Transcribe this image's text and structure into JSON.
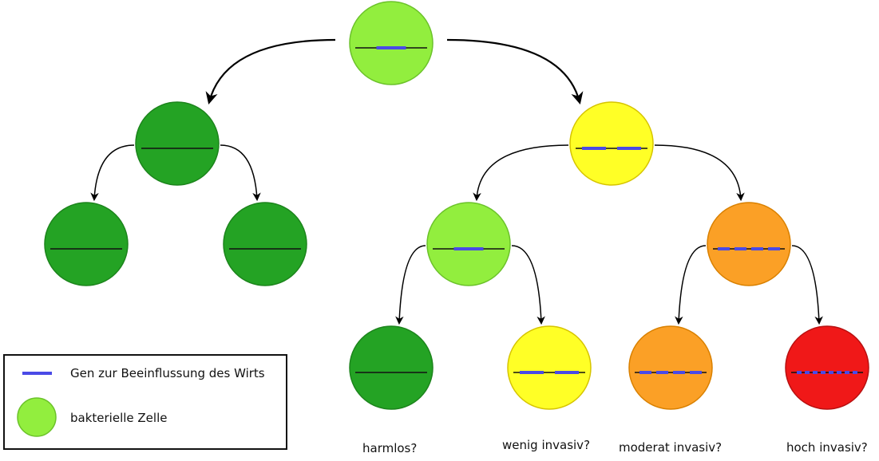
{
  "colors": {
    "gene": "#4a4ae6",
    "chromosome": "#111111",
    "arrow": "#000000",
    "harmless_green": "#24a324",
    "light_green": "#92ee3e",
    "yellow": "#ffff26",
    "orange": "#fba026",
    "red": "#f01818"
  },
  "cells": [
    {
      "id": "root",
      "fill": "light_green",
      "stroke": "#6bc22a",
      "genes": 1
    },
    {
      "id": "left",
      "fill": "harmless_green",
      "stroke": "#1c841c",
      "genes": 0
    },
    {
      "id": "left-left",
      "fill": "harmless_green",
      "stroke": "#1c841c",
      "genes": 0
    },
    {
      "id": "left-right",
      "fill": "harmless_green",
      "stroke": "#1c841c",
      "genes": 0
    },
    {
      "id": "right",
      "fill": "yellow",
      "stroke": "#d6c400",
      "genes": 2
    },
    {
      "id": "right-left",
      "fill": "light_green",
      "stroke": "#6bc22a",
      "genes": 1
    },
    {
      "id": "right-right",
      "fill": "orange",
      "stroke": "#d98000",
      "genes": 4
    },
    {
      "id": "leaf-harmless",
      "fill": "harmless_green",
      "stroke": "#1c841c",
      "genes": 0
    },
    {
      "id": "leaf-low",
      "fill": "yellow",
      "stroke": "#d6c400",
      "genes": 2
    },
    {
      "id": "leaf-moderate",
      "fill": "orange",
      "stroke": "#d98000",
      "genes": 4
    },
    {
      "id": "leaf-high",
      "fill": "red",
      "stroke": "#b81010",
      "genes": 8
    }
  ],
  "edges": [
    [
      "root",
      "left"
    ],
    [
      "root",
      "right"
    ],
    [
      "left",
      "left-left"
    ],
    [
      "left",
      "left-right"
    ],
    [
      "right",
      "right-left"
    ],
    [
      "right",
      "right-right"
    ],
    [
      "right-left",
      "leaf-harmless"
    ],
    [
      "right-left",
      "leaf-low"
    ],
    [
      "right-right",
      "leaf-moderate"
    ],
    [
      "right-right",
      "leaf-high"
    ]
  ],
  "outcome_labels": {
    "harmless": "harmlos?",
    "low": "wenig invasiv?",
    "moderate": "moderat invasiv?",
    "high": "hoch invasiv?"
  },
  "legend": {
    "gene_label": "Gen zur Beeinflussung des Wirts",
    "cell_label": "bakterielle Zelle"
  }
}
